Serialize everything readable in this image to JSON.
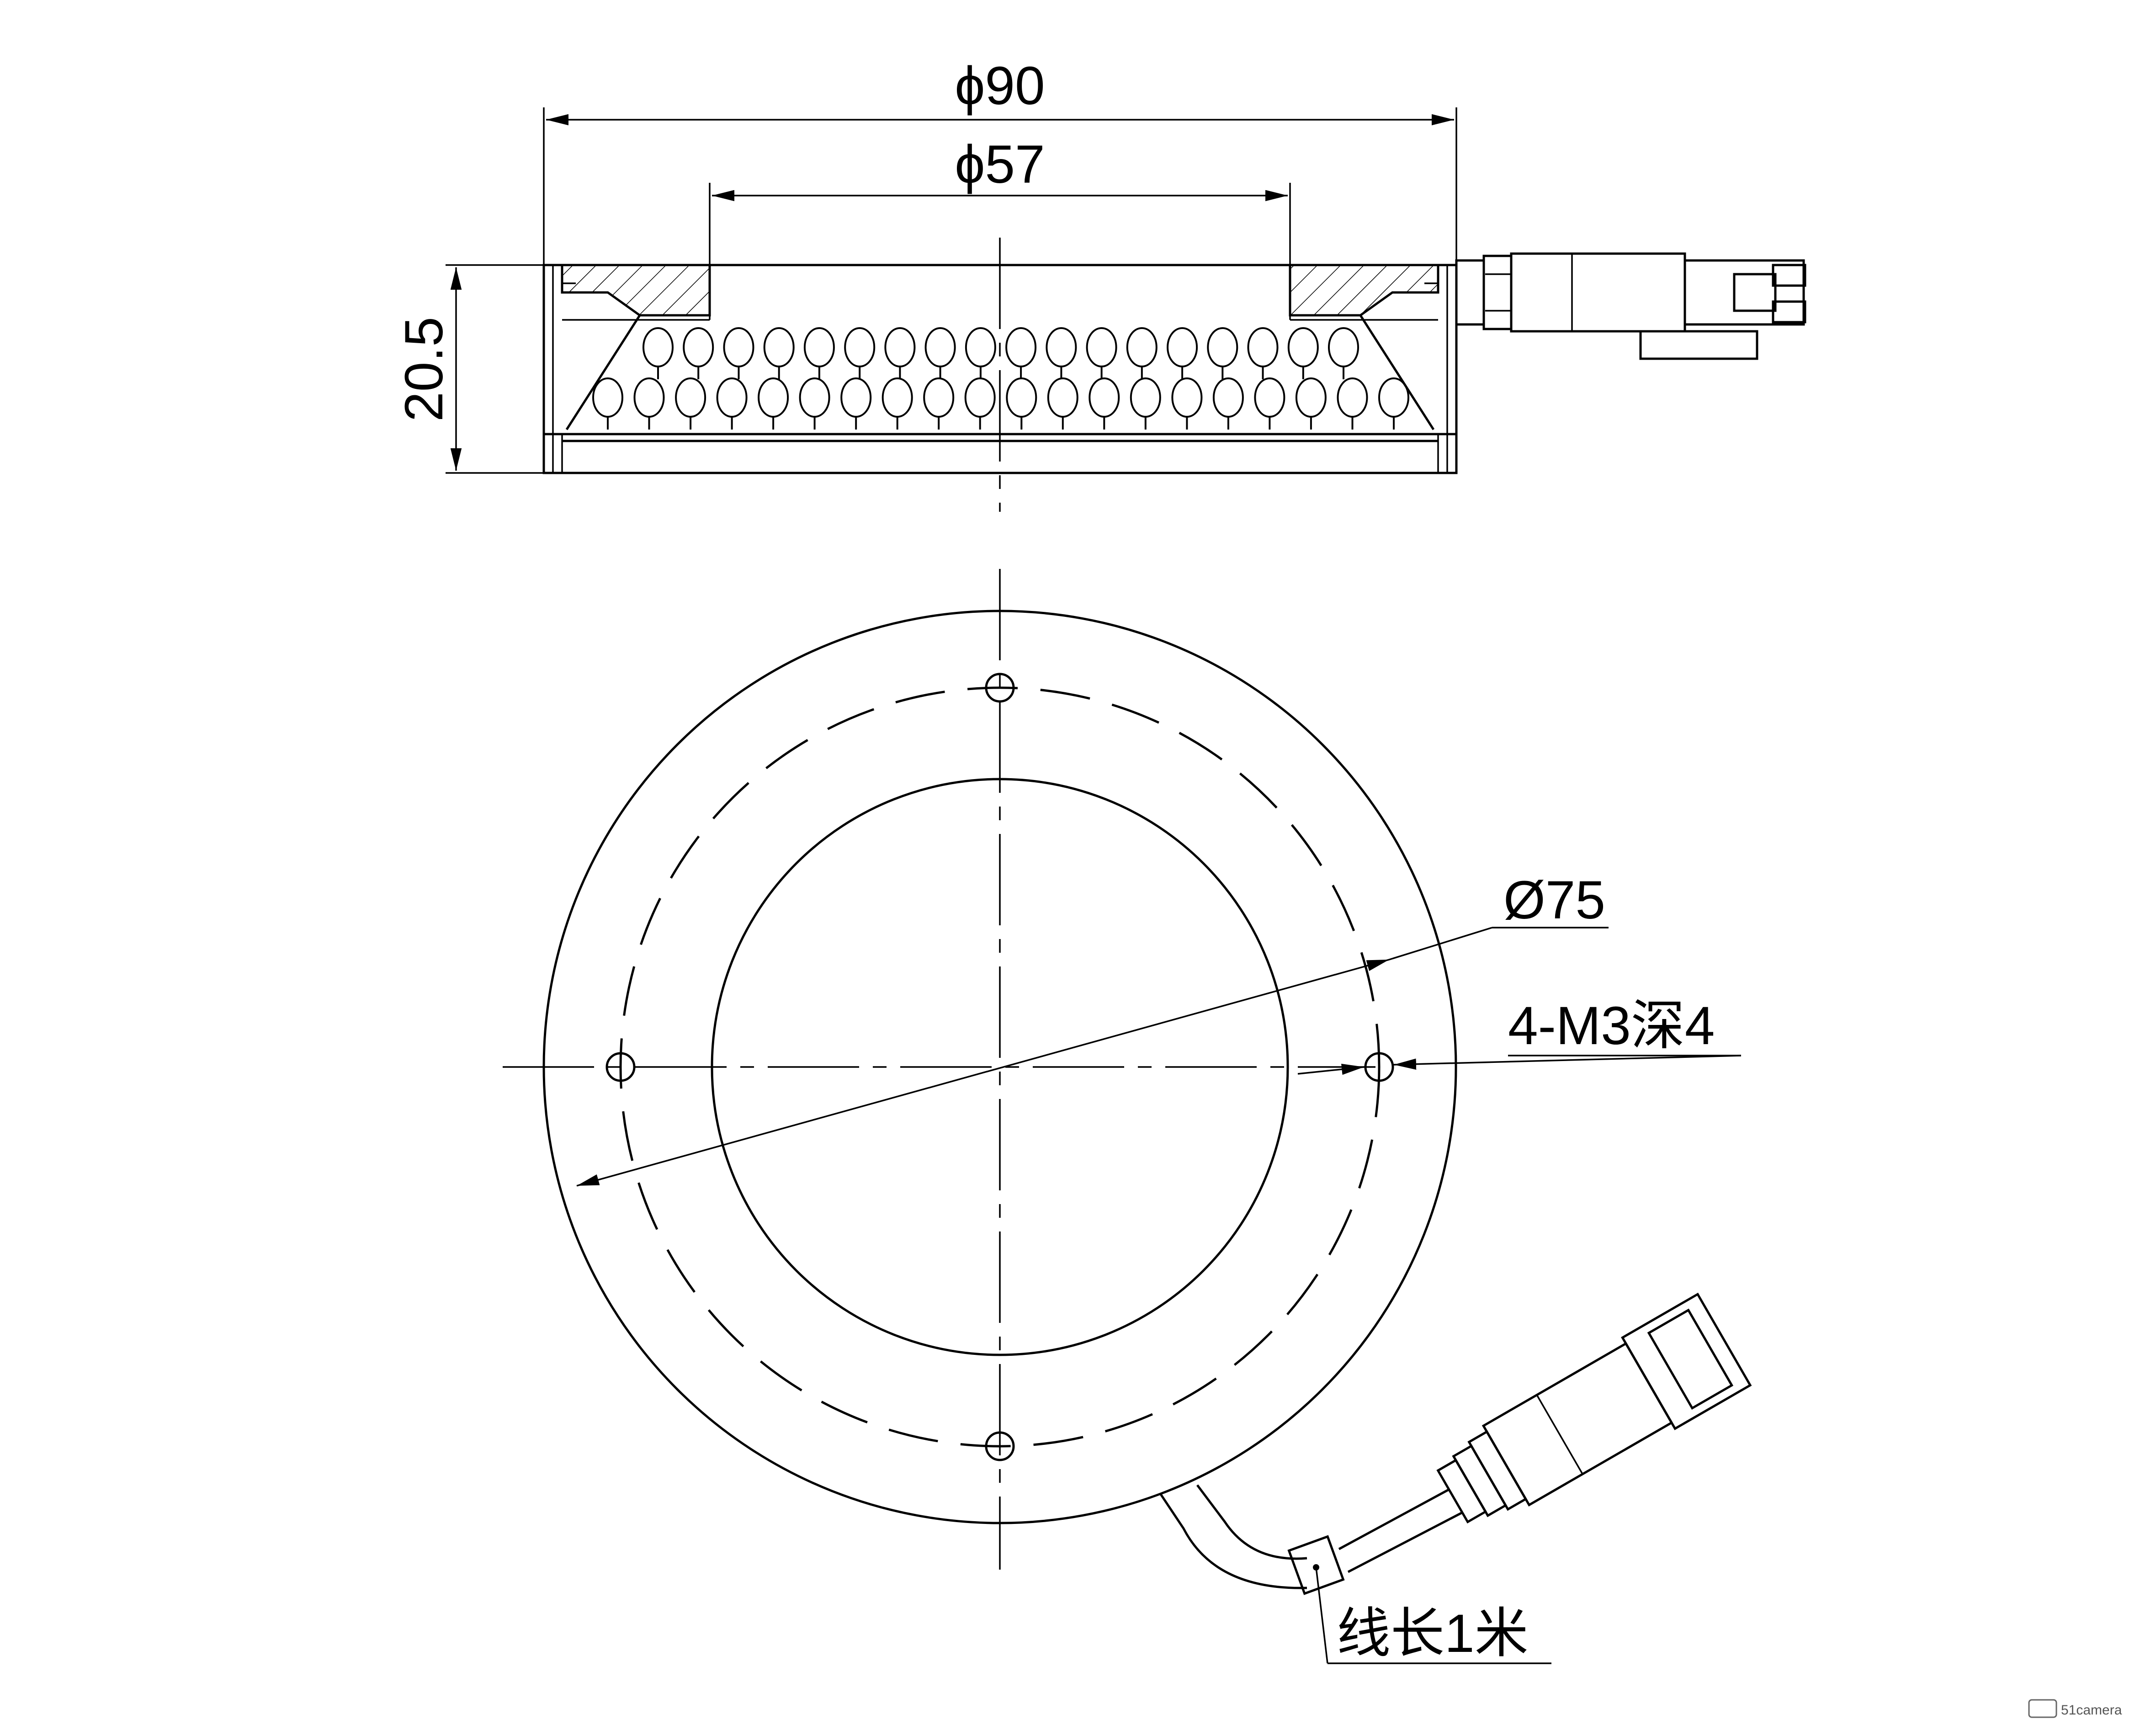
{
  "dimensions": {
    "outer_diameter_label": "ϕ90",
    "inner_diameter_label": "ϕ57",
    "height_label": "20.5",
    "bolt_circle_label": "Ø75",
    "mount_holes_label": "4-M3深4",
    "cable_length_label": "线长1米"
  },
  "watermark": {
    "text": "51camera"
  },
  "colors": {
    "line": "#000000",
    "background": "#ffffff"
  }
}
